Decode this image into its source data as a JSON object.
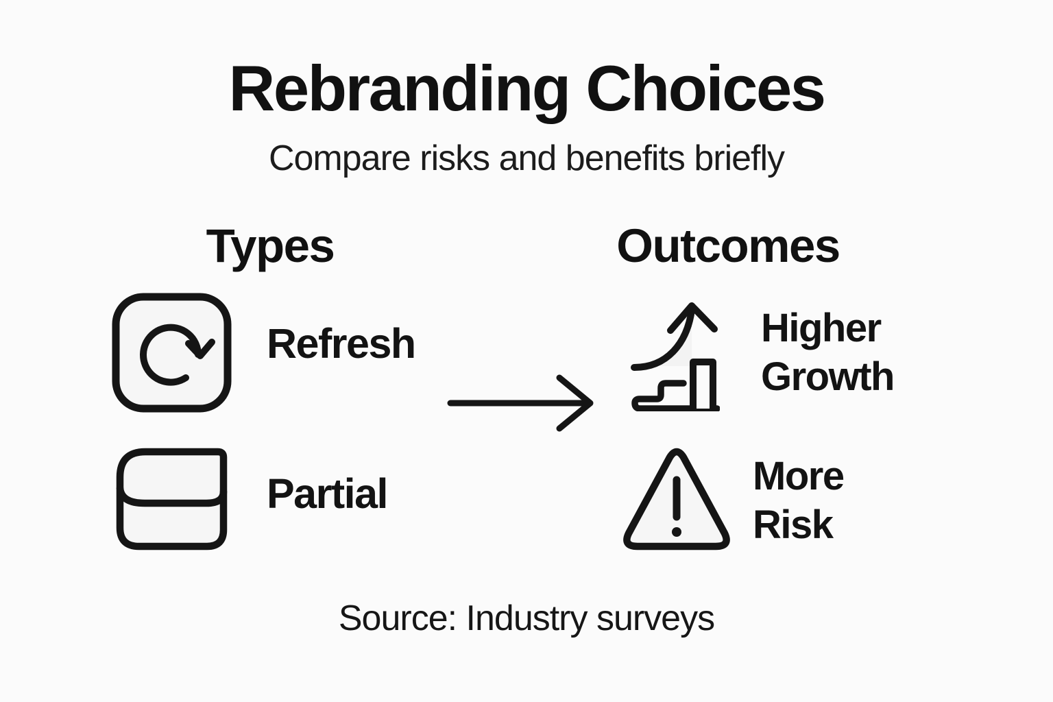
{
  "page": {
    "title": "Rebranding Choices",
    "subtitle": "Compare risks and benefits briefly",
    "source": "Source: Industry surveys"
  },
  "types": {
    "heading": "Types",
    "items": [
      {
        "label": "Refresh",
        "icon": "refresh-icon"
      },
      {
        "label": "Partial",
        "icon": "partial-stack-icon"
      }
    ]
  },
  "outcomes": {
    "heading": "Outcomes",
    "items": [
      {
        "label": "Higher Growth",
        "icon": "growth-chart-icon"
      },
      {
        "label": "More Risk",
        "icon": "warning-triangle-icon"
      }
    ]
  },
  "connector": {
    "direction": "left-to-right",
    "icon": "right-arrow-icon"
  },
  "colors": {
    "background": "#fbfbfb",
    "ink": "#151515",
    "icon_fill": "#f6f6f6"
  }
}
